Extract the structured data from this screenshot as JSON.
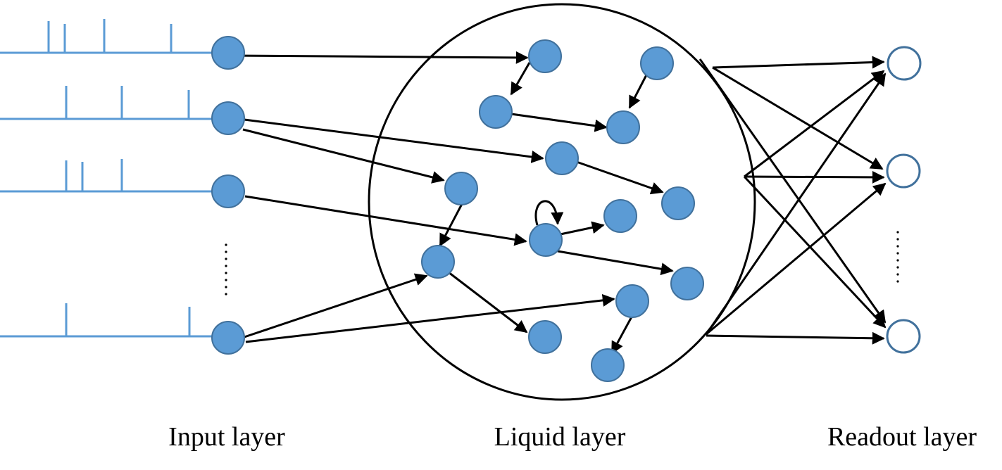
{
  "labels": {
    "input": "Input layer",
    "liquid": "Liquid layer",
    "readout": "Readout layer"
  },
  "colors": {
    "neuron_fill": "#5b9bd5",
    "neuron_stroke": "#41719c",
    "spike_line": "#5b9bd5",
    "connection": "#000000",
    "readout_fill": "#ffffff"
  }
}
